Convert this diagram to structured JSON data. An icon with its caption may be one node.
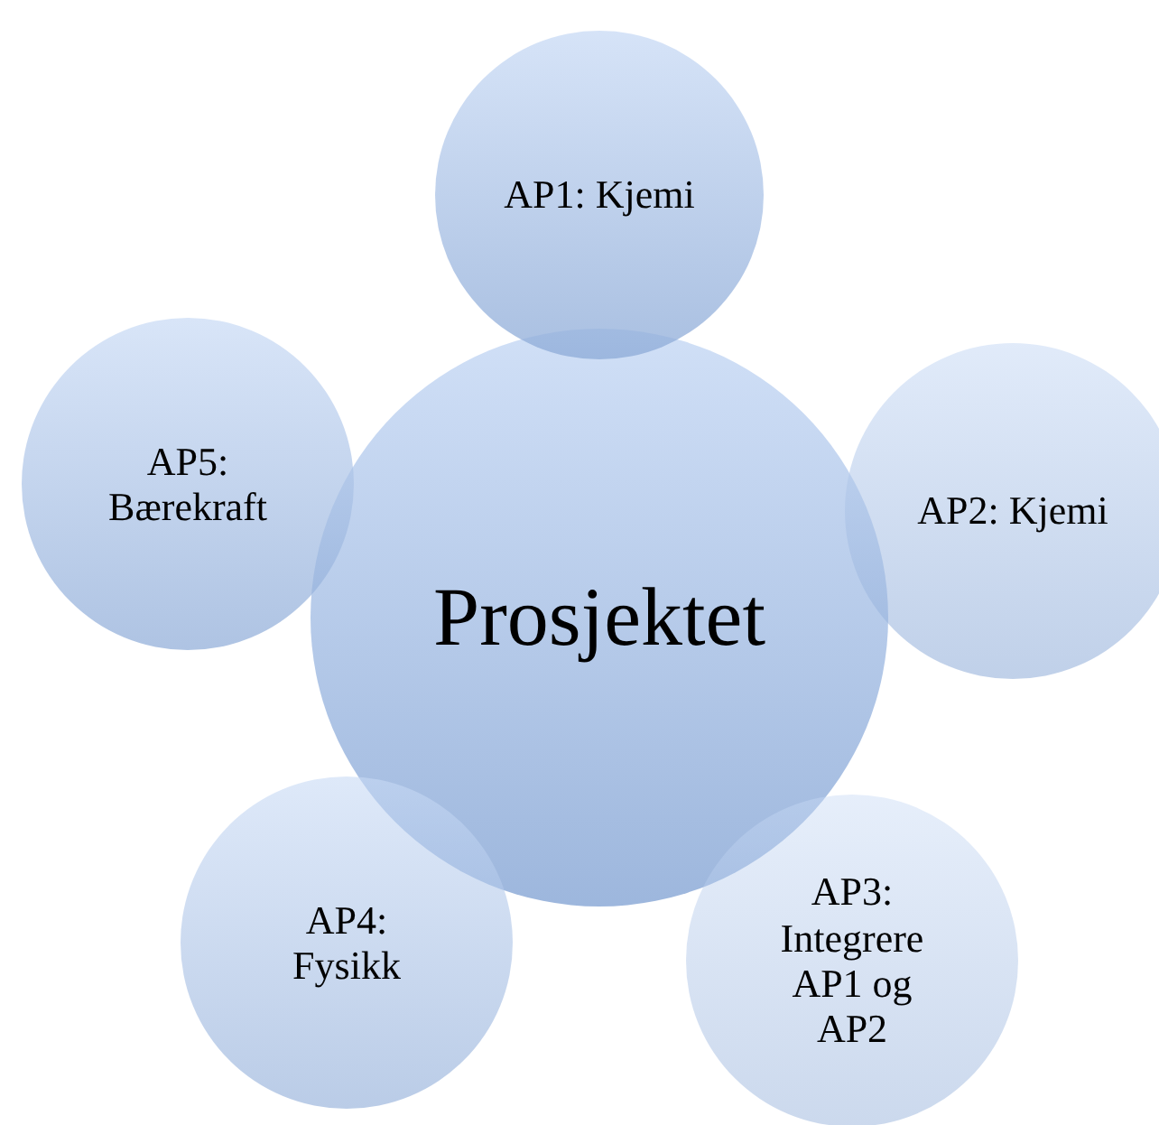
{
  "diagram": {
    "nodes": [
      {
        "text": [
          "Prosjektet"
        ]
      },
      {
        "text": [
          "AP1: Kjemi"
        ]
      },
      {
        "text": [
          "AP2: Kjemi"
        ]
      },
      {
        "text": [
          "AP3: Integrere AP1 og AP2"
        ]
      },
      {
        "text": [
          "AP4: Fysikk"
        ]
      },
      {
        "text": [
          "AP5: Bærekraft"
        ]
      }
    ],
    "edges": []
  }
}
